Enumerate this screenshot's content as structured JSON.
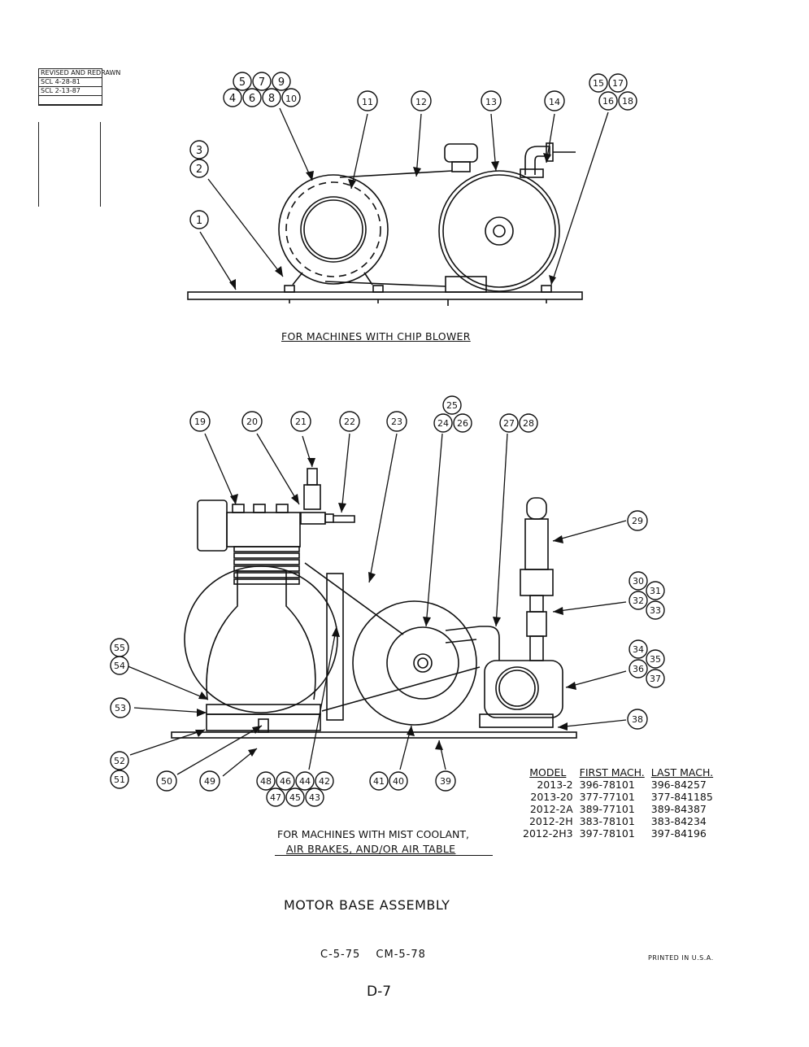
{
  "revision_box": {
    "title": "REVISED AND REDRAWN",
    "entries": [
      "SCL 4-28-81",
      "SCL 2-13-87"
    ]
  },
  "top_caption": "FOR MACHINES WITH CHIP BLOWER",
  "bottom_caption_line1": "FOR MACHINES WITH MIST COOLANT,",
  "bottom_caption_line2": "AIR BRAKES, AND/OR AIR TABLE",
  "top_labels": [
    "1",
    "2",
    "3",
    "4",
    "5",
    "6",
    "7",
    "8",
    "9",
    "10",
    "11",
    "12",
    "13",
    "14",
    "15",
    "16",
    "17",
    "18"
  ],
  "bottom_labels": [
    "19",
    "20",
    "21",
    "22",
    "23",
    "24",
    "25",
    "26",
    "27",
    "28",
    "29",
    "30",
    "31",
    "32",
    "33",
    "34",
    "35",
    "36",
    "37",
    "38",
    "39",
    "40",
    "41",
    "42",
    "43",
    "44",
    "45",
    "46",
    "47",
    "48",
    "49",
    "50",
    "51",
    "52",
    "53",
    "54",
    "55"
  ],
  "model_table": {
    "headers": [
      "MODEL",
      "FIRST MACH.",
      "LAST MACH."
    ],
    "rows": [
      [
        "2013-2",
        "396-78101",
        "396-84257"
      ],
      [
        "2013-20",
        "377-77101",
        "377-841185"
      ],
      [
        "2012-2A",
        "389-77101",
        "389-84387"
      ],
      [
        "2012-2H",
        "383-78101",
        "383-84234"
      ],
      [
        "2012-2H3",
        "397-78101",
        "397-84196"
      ]
    ]
  },
  "assembly_title": "MOTOR BASE ASSEMBLY",
  "codes": "C-5-75 CM-5-78",
  "printed": "PRINTED IN U.S.A.",
  "page_number": "D-7"
}
